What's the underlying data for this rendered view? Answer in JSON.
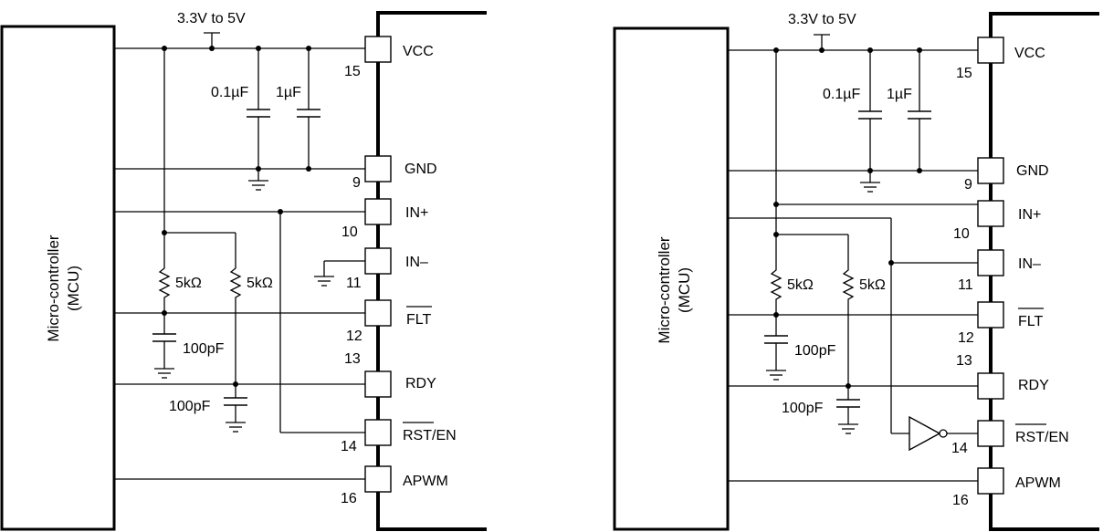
{
  "supply_label": "3.3V to 5V",
  "mcu": {
    "line1": "Micro-controller",
    "line2": "(MCU)"
  },
  "capacitors": {
    "c1": "0.1µF",
    "c2": "1µF",
    "filter": "100pF"
  },
  "resistors": {
    "r1": "5kΩ",
    "r2": "5kΩ"
  },
  "pins": {
    "vcc": {
      "name": "VCC",
      "num": "15"
    },
    "gnd": {
      "name": "GND",
      "num": "9"
    },
    "inp": {
      "name": "IN+",
      "num": "10"
    },
    "inm": {
      "name": "IN–",
      "num": "11"
    },
    "flt": {
      "name": "FLT",
      "num": "12"
    },
    "rdy": {
      "name": "RDY",
      "num": "13"
    },
    "rst": {
      "name": "RST",
      "suffix": "/EN",
      "num": "14"
    },
    "apwm": {
      "name": "APWM",
      "num": "16"
    }
  }
}
